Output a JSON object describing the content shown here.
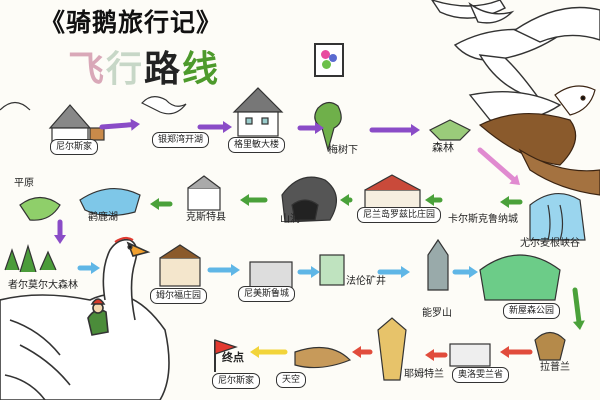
{
  "title": "《骑鹅旅行记》",
  "route_title": [
    "飞",
    "行",
    "路",
    "线"
  ],
  "stops": [
    {
      "id": "nils_home",
      "label": "尼尔斯家"
    },
    {
      "id": "stop_02",
      "label": "银郑湾开湖"
    },
    {
      "id": "stop_03",
      "label": "格里敏大楼"
    },
    {
      "id": "stop_04",
      "label": "梅树下"
    },
    {
      "id": "forest",
      "label": "森林"
    },
    {
      "id": "plain",
      "label": "平原"
    },
    {
      "id": "stop_07",
      "label": "鹳鹿湖"
    },
    {
      "id": "stop_08",
      "label": "克斯特县"
    },
    {
      "id": "cave",
      "label": "山洞"
    },
    {
      "id": "stop_10",
      "label": "尼兰岛罗兹比庄园"
    },
    {
      "id": "stop_11",
      "label": "卡尔斯克鲁纳城"
    },
    {
      "id": "stop_12",
      "label": "尤尔麦根峡谷"
    },
    {
      "id": "stop_13",
      "label": "者尔莫尔大森林"
    },
    {
      "id": "stop_14",
      "label": "姆尔福庄园"
    },
    {
      "id": "stop_15",
      "label": "尼美斯鲁城"
    },
    {
      "id": "stop_16",
      "label": "法伦矿井"
    },
    {
      "id": "stop_17",
      "label": "新屋森公园"
    },
    {
      "id": "stop_18",
      "label": "能罗山"
    },
    {
      "id": "stop_19",
      "label": "奥洛雯兰省"
    },
    {
      "id": "stop_20",
      "label": "拉普兰"
    },
    {
      "id": "stop_21",
      "label": "耶姆特兰"
    },
    {
      "id": "sky",
      "label": "天空"
    },
    {
      "id": "nils_home_end",
      "label": "尼尔斯家"
    }
  ],
  "end_flag": "终点",
  "arrow_colors": [
    "#8a4cc7",
    "#5fb6e6",
    "#e08ad0",
    "#4aa13a",
    "#e14c3c",
    "#f2d43a"
  ]
}
